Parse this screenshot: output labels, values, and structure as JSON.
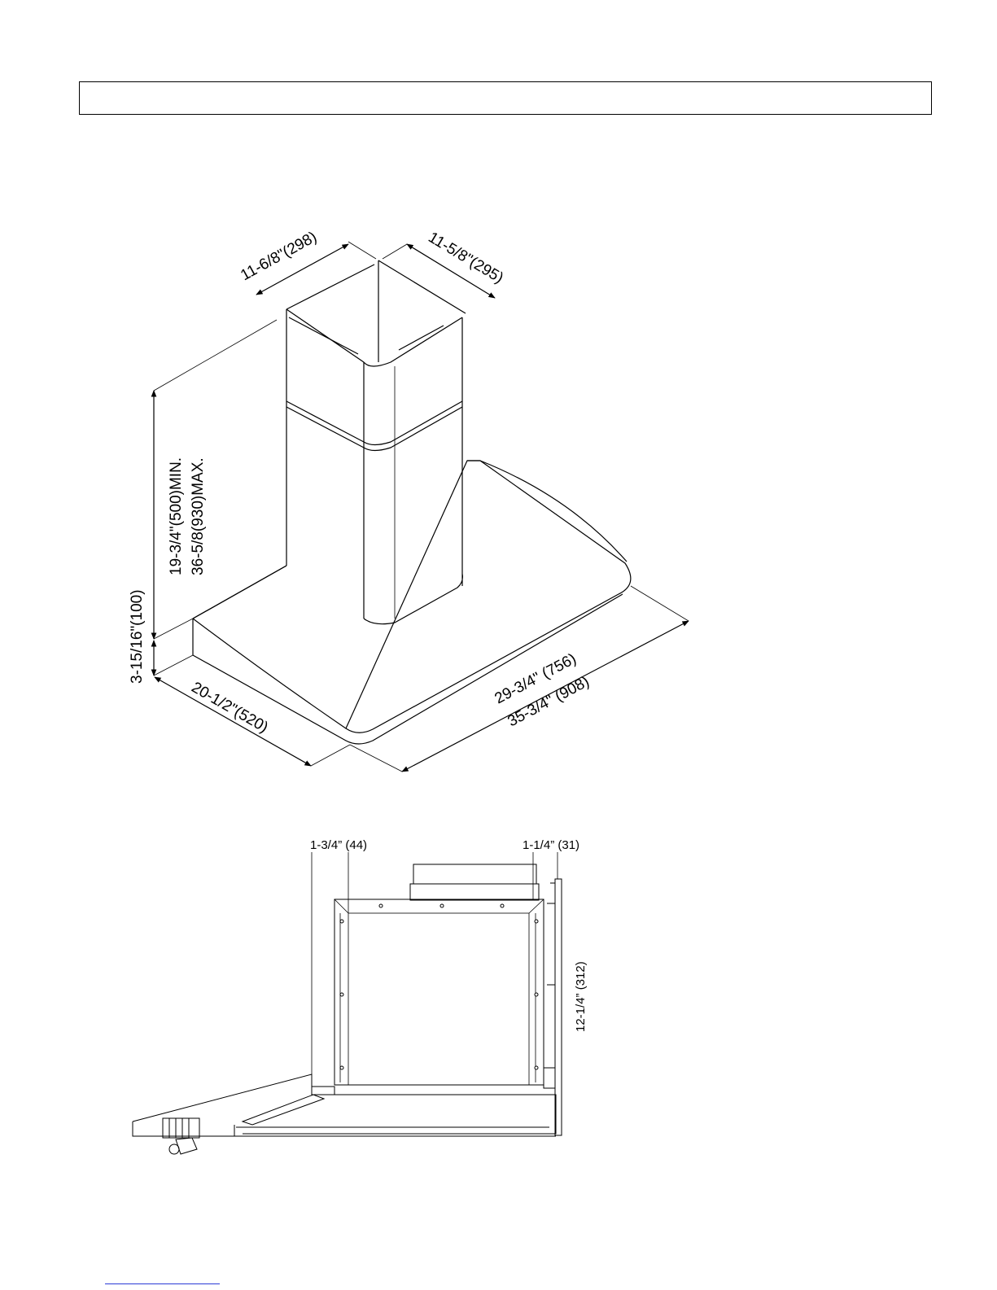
{
  "header": {
    "title": ""
  },
  "iso_view": {
    "dims": {
      "chimney_width": "11-6/8\"(298)",
      "chimney_depth": "11-5/8\"(295)",
      "chimney_height_min": "19-3/4\"(500)MIN.",
      "chimney_height_max": "36-5/8(930)MAX.",
      "hood_height": "3-15/16\"(100)",
      "hood_depth": "20-1/2\"(520)",
      "hood_width_a": "29-3/4\" (756)",
      "hood_width_b": "35-3/4\" (908)"
    }
  },
  "side_view": {
    "dims": {
      "left_offset": "1-3/4” (44)",
      "right_offset": "1-1/4” (31)",
      "height": "12-1/4” (312)"
    }
  }
}
